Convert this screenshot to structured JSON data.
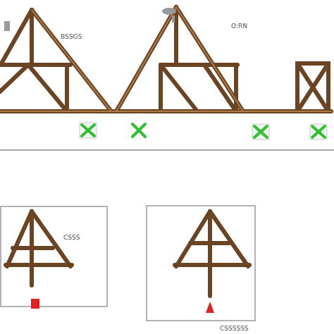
{
  "diagram": {
    "labels": [
      "O:RN",
      "BSSGS",
      "CSSS",
      "CSSSSSS"
    ]
  }
}
